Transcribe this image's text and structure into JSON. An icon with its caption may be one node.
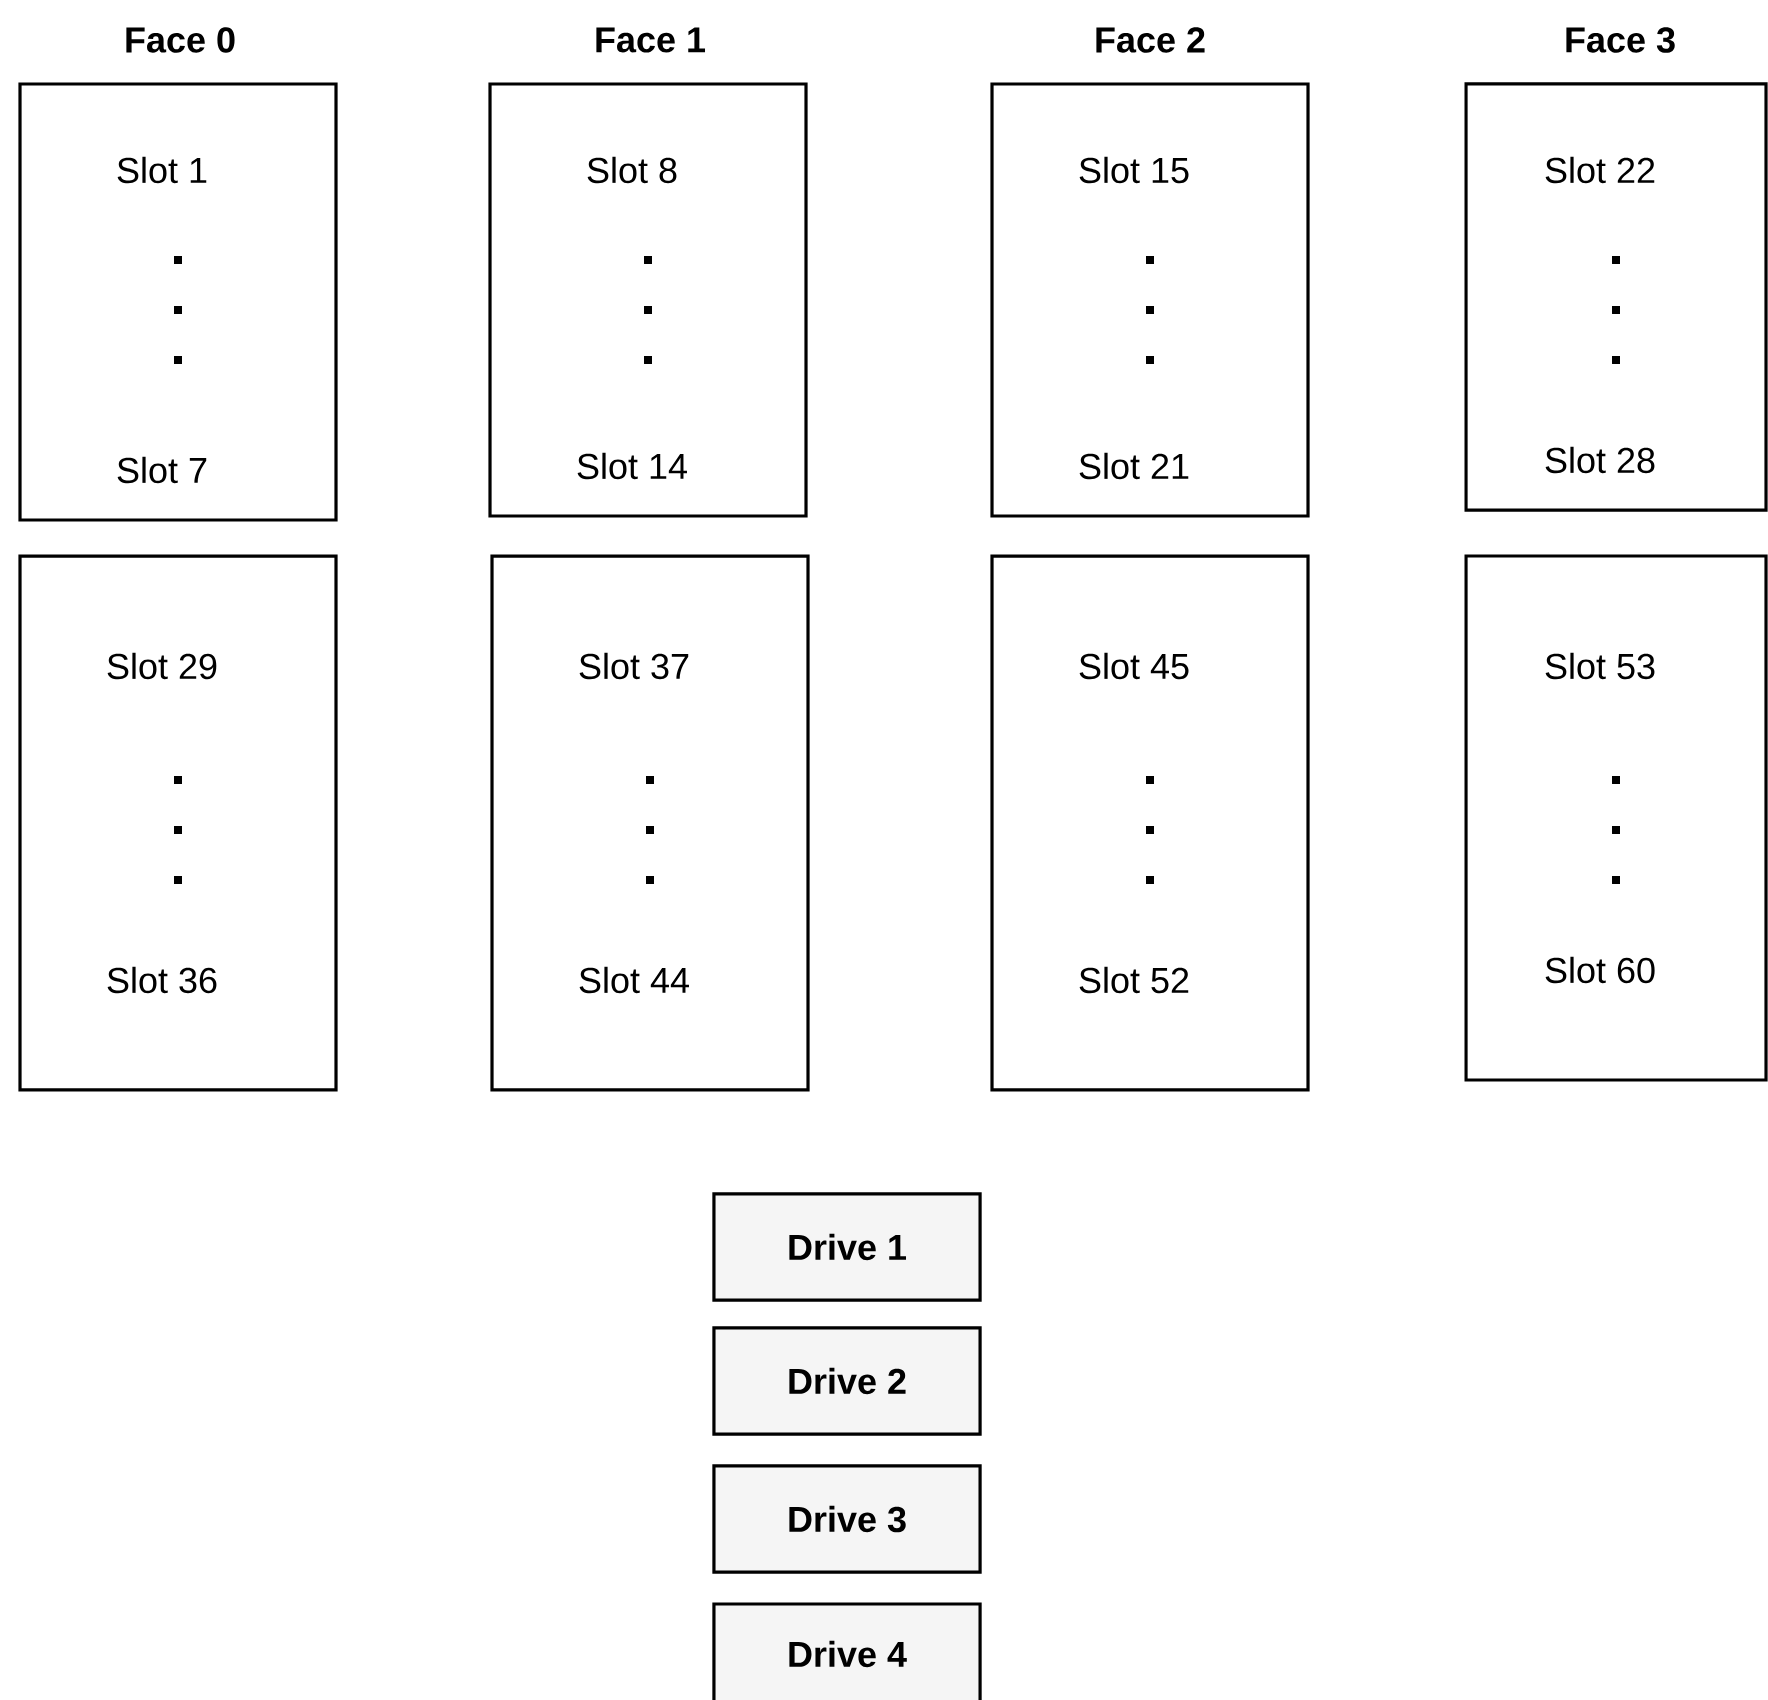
{
  "diagram": {
    "nodes": [
      {
        "text": [
          "Slot 1",
          "Slot 7"
        ]
      },
      {
        "text": [
          "Slot 8",
          "Slot 14"
        ]
      },
      {
        "text": [
          "Slot 15",
          "Slot 21"
        ]
      },
      {
        "text": [
          "Slot 22",
          "Slot 28"
        ]
      },
      {
        "text": [
          "Slot 29",
          "Slot 36"
        ]
      },
      {
        "text": [
          "Slot 37",
          "Slot 44"
        ]
      },
      {
        "text": [
          "Slot 45",
          "Slot 52"
        ]
      },
      {
        "text": [
          "Slot 53",
          "Slot 60"
        ]
      },
      {
        "text": [
          "Drive 1"
        ]
      },
      {
        "text": [
          "Drive 2"
        ]
      },
      {
        "text": [
          "Drive 3"
        ]
      },
      {
        "text": [
          "Drive 4"
        ]
      }
    ],
    "edges": [],
    "labels": [
      "Face 0",
      "Face 1",
      "Face 2",
      "Face 3"
    ]
  }
}
